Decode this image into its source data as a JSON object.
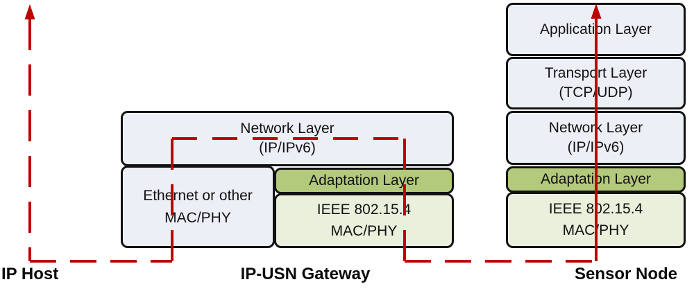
{
  "diagram_labels": {
    "ip_host": "IP Host",
    "gateway": "IP-USN Gateway",
    "sensor_node": "Sensor Node"
  },
  "gateway_stack": {
    "network_line1": "Network Layer",
    "network_line2": "(IP/IPv6)",
    "ethernet_line1": "Ethernet or other",
    "ethernet_line2": "MAC/PHY",
    "adaptation": "Adaptation Layer",
    "ieee_line1": "IEEE 802.15.4",
    "ieee_line2": "MAC/PHY"
  },
  "sensor_stack": {
    "application": "Application Layer",
    "transport_line1": "Transport Layer",
    "transport_line2": "(TCP/UDP)",
    "network_line1": "Network Layer",
    "network_line2": "(IP/IPv6)",
    "adaptation": "Adaptation Layer",
    "ieee_line1": "IEEE 802.15.4",
    "ieee_line2": "MAC/PHY"
  },
  "colors": {
    "accent_red": "#c00000",
    "layer_fill_blue": "#ecf0f6",
    "adaptation_fill": "#b3c97c",
    "ieee_fill": "#ebf0dd",
    "border": "#121212"
  }
}
